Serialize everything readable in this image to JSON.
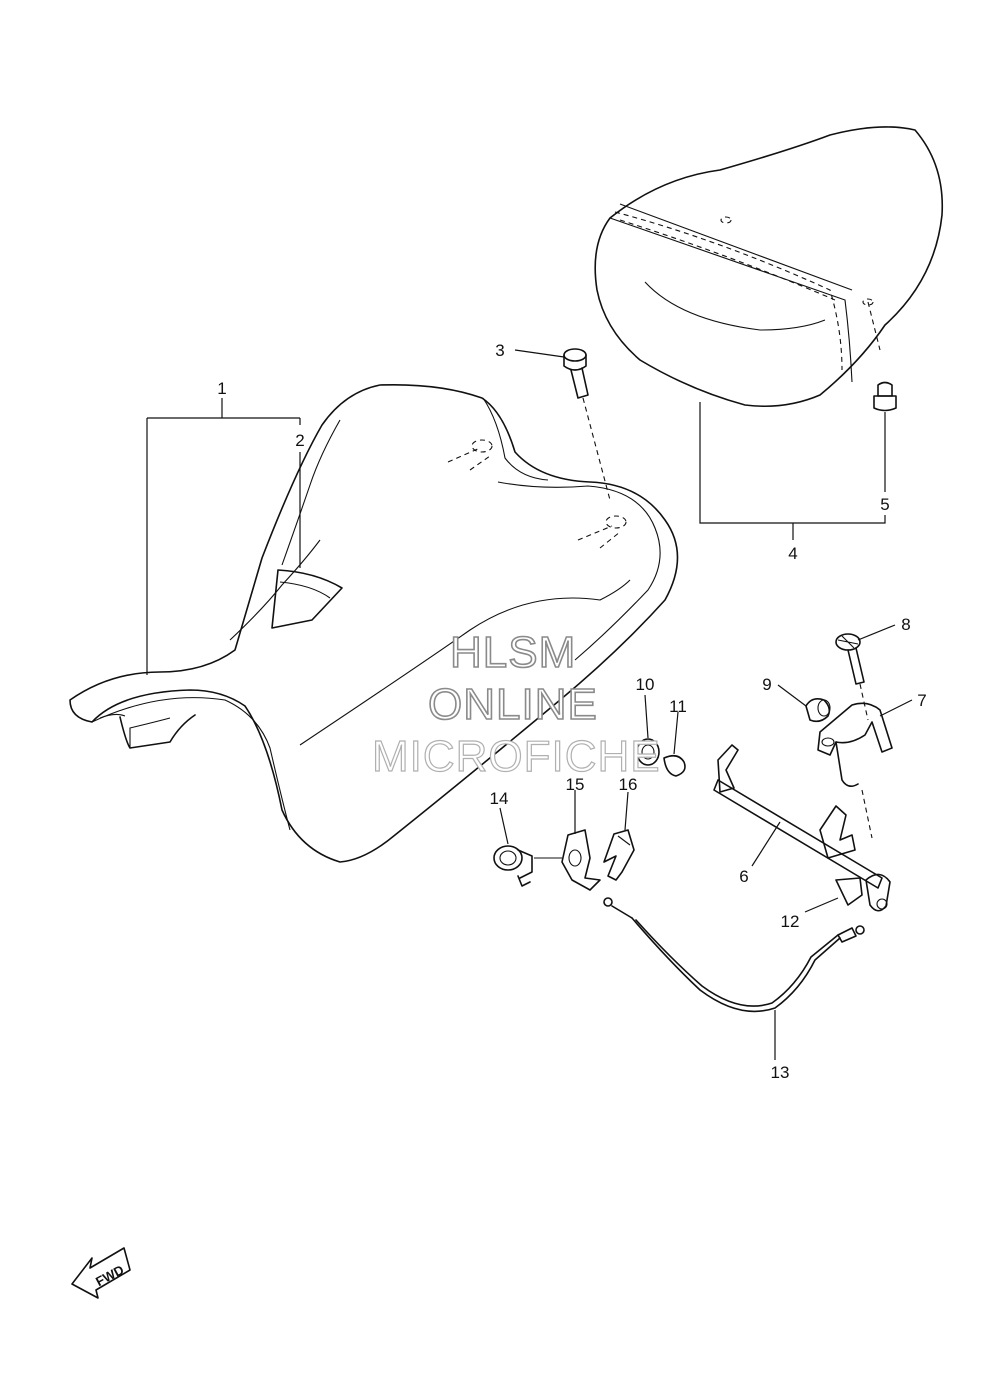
{
  "parts": [
    {
      "callout": "1"
    },
    {
      "callout": "2"
    },
    {
      "callout": "3"
    },
    {
      "callout": "4"
    },
    {
      "callout": "5"
    },
    {
      "callout": "6"
    },
    {
      "callout": "7"
    },
    {
      "callout": "8"
    },
    {
      "callout": "9"
    },
    {
      "callout": "10"
    },
    {
      "callout": "11"
    },
    {
      "callout": "12"
    },
    {
      "callout": "13"
    },
    {
      "callout": "14"
    },
    {
      "callout": "15"
    },
    {
      "callout": "16"
    }
  ],
  "watermark": {
    "line1": "HLSM",
    "line2": "ONLINE",
    "line3": "MICROFICHE"
  },
  "direction_arrow": {
    "label": "FWD"
  }
}
